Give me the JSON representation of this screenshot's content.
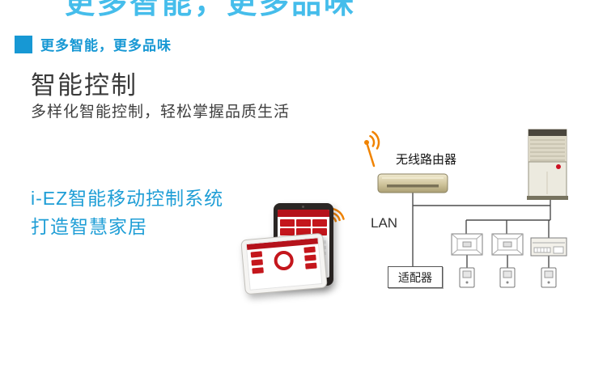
{
  "header": {
    "clipped_title": "更多智能，更多品味",
    "tagline": "更多智能，更多品味",
    "title": "智能控制",
    "subtitle": "多样化智能控制，轻松掌握品质生活"
  },
  "promo": {
    "line1": "i-EZ智能移动控制系统",
    "line2": "打造智慧家居"
  },
  "diagram": {
    "router_label": "无线路由器",
    "lan_label": "LAN",
    "adapter_label": "适配器",
    "devices": [
      "wireless-router",
      "outdoor-unit",
      "cassette-indoor-unit-1",
      "cassette-indoor-unit-2",
      "duct-indoor-unit",
      "wired-controller-1",
      "wired-controller-2",
      "wired-controller-3",
      "lan-adapter",
      "tablet-back",
      "tablet-front"
    ],
    "icons": [
      "wifi-antenna-icon",
      "wifi-signal-icon"
    ]
  },
  "colors": {
    "accent_blue": "#1798d4",
    "clipped_heading_blue": "#45bdeb",
    "orange": "#f08300",
    "app_red": "#c4161c",
    "line_gray": "#4d4d4d",
    "router_tan": "#cfc49b"
  }
}
